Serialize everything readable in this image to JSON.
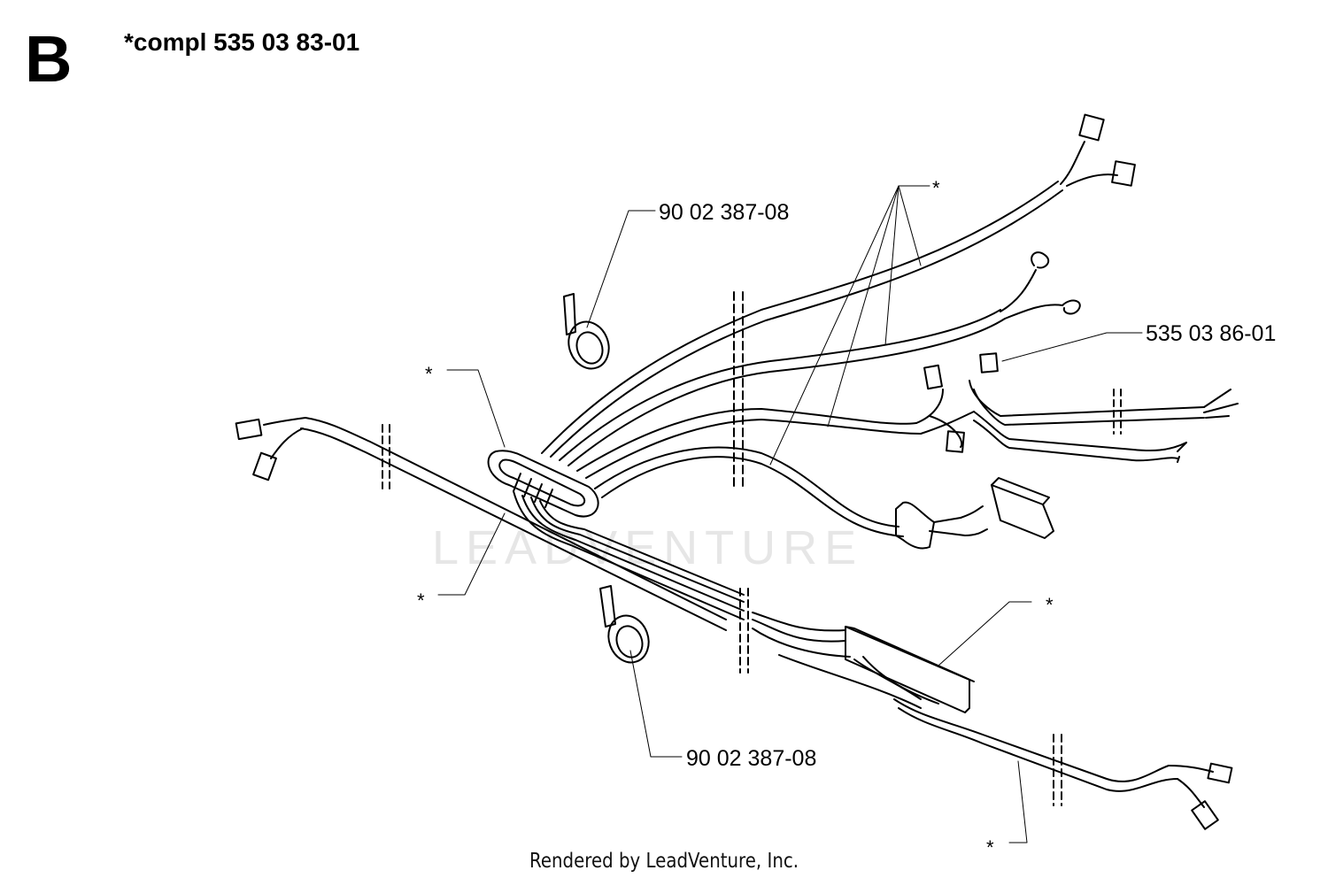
{
  "header": {
    "section_letter": "B",
    "compl_note": "*compl 535 03 83-01"
  },
  "callouts": {
    "clamp_top": "90 02 387-08",
    "clamp_bottom": "90 02 387-08",
    "harness_right": "535 03 86-01",
    "asterisk": "*"
  },
  "watermark": "LEADVENTURE",
  "footer": "Rendered by LeadVenture, Inc."
}
